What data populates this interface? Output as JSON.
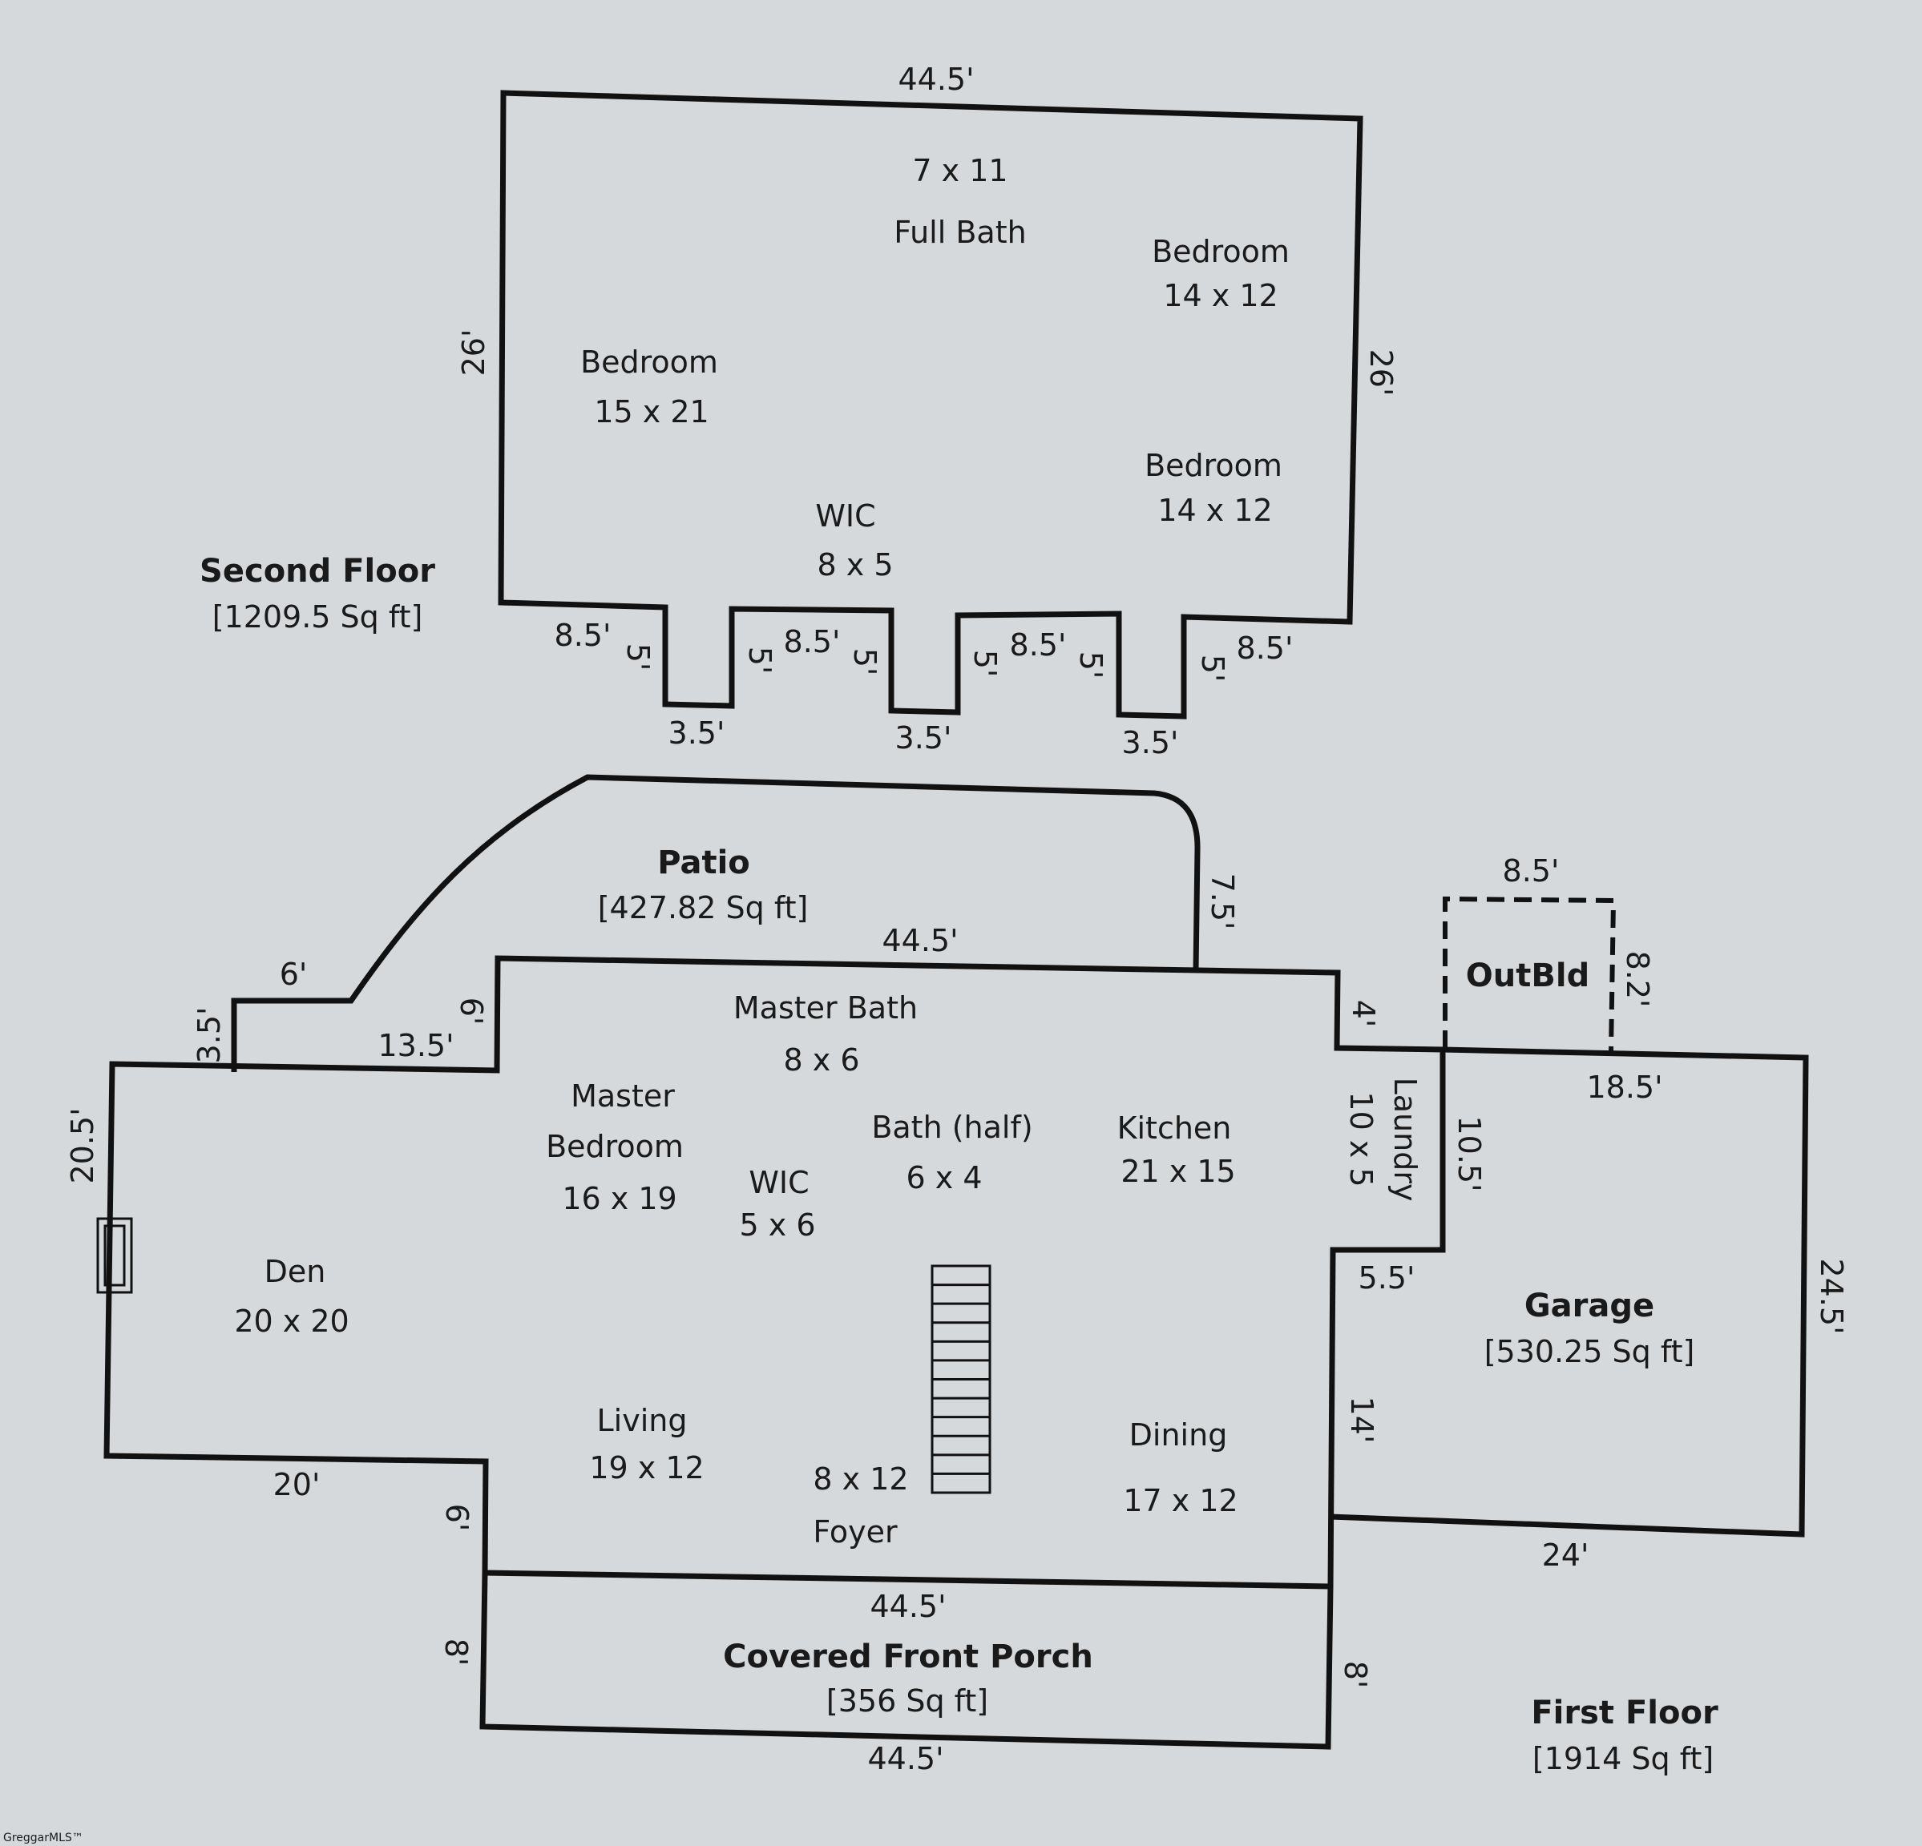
{
  "second_floor": {
    "title": "Second Floor",
    "area": "[1209.5 Sq ft]",
    "rooms": [
      {
        "name": "Full Bath",
        "size": "7 x 11"
      },
      {
        "name": "Bedroom",
        "size": "14 x 12"
      },
      {
        "name": "Bedroom",
        "size": "15 x 21"
      },
      {
        "name": "Bedroom",
        "size": "14 x 12"
      },
      {
        "name": "WIC",
        "size": "8 x 5"
      }
    ],
    "dims": {
      "top": "44.5'",
      "left": "26'",
      "right": "26'",
      "seg_a": "8.5'",
      "seg_b": "8.5'",
      "seg_c": "8.5'",
      "seg_d": "8.5'",
      "bump": "5'",
      "bump_width": "3.5'"
    }
  },
  "patio": {
    "title": "Patio",
    "area": "[427.82 Sq ft]"
  },
  "outbuilding": {
    "title": "OutBld",
    "width": "8.5'",
    "depth": "8.2'"
  },
  "first_floor": {
    "title": "First Floor",
    "area": "[1914 Sq ft]",
    "rooms": {
      "master_bath": {
        "name": "Master Bath",
        "size": "8 x 6"
      },
      "master_bedroom": {
        "name1": "Master",
        "name2": "Bedroom",
        "size": "16 x 19"
      },
      "wic": {
        "name": "WIC",
        "size": "5 x 6"
      },
      "half_bath": {
        "name": "Bath (half)",
        "size": "6 x 4"
      },
      "kitchen": {
        "name": "Kitchen",
        "size": "21 x 15"
      },
      "laundry": {
        "name": "Laundry",
        "size": "10 x 5"
      },
      "den": {
        "name": "Den",
        "size": "20 x 20"
      },
      "living": {
        "name": "Living",
        "size": "19 x 12"
      },
      "foyer": {
        "name": "Foyer",
        "size": "8 x 12"
      },
      "dining": {
        "name": "Dining",
        "size": "17 x 12"
      }
    },
    "dims": {
      "patio_side": "7.5'",
      "top": "44.5'",
      "step_top": "6'",
      "step_side": "3.5'",
      "step_run": "13.5'",
      "step_rise": "6'",
      "den_side": "20.5'",
      "den_bottom": "20'",
      "living_drop": "6'",
      "kitchen_step": "4'",
      "laundry_drop": "10.5'",
      "laundry_run": "5.5'",
      "front_side": "14'",
      "porch_top": "44.5'"
    }
  },
  "garage": {
    "title": "Garage",
    "area": "[530.25 Sq ft]",
    "dims": {
      "top": "18.5'",
      "right": "24.5'",
      "bottom": "24'"
    }
  },
  "porch": {
    "title": "Covered Front Porch",
    "area": "[356 Sq ft]",
    "dims": {
      "left": "8'",
      "right": "8'",
      "bottom": "44.5'"
    }
  },
  "watermark": "GreggarMLS™"
}
